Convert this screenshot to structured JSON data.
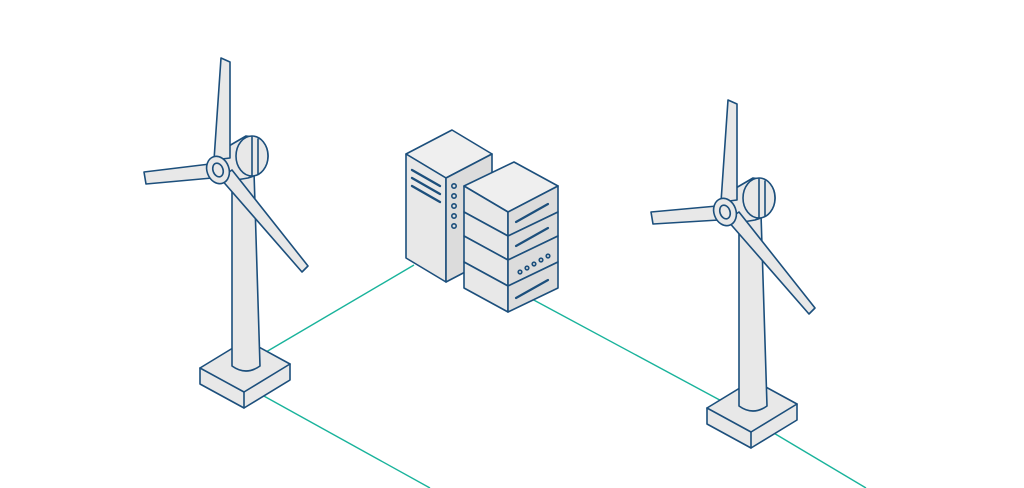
{
  "colors": {
    "background": "#ffffff",
    "outline": "#1c4f7c",
    "fill": "#e8e8e8",
    "fill_light": "#efefef",
    "fill_dark": "#dcdcdc",
    "connector": "#19b39b"
  },
  "icons": [
    "wind-turbine-left",
    "wind-turbine-right",
    "server-tower",
    "rack-server-stack"
  ]
}
